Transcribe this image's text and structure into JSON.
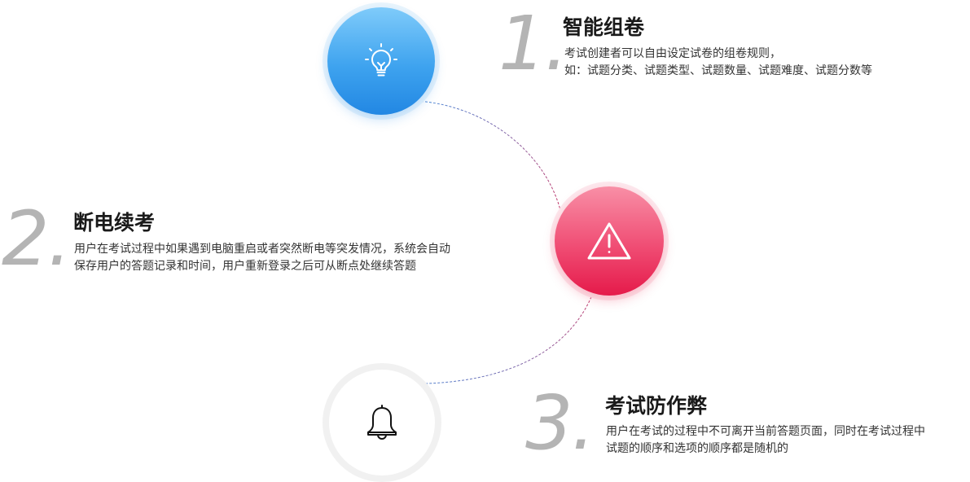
{
  "colors": {
    "blue_accent": "#2d93e8",
    "red_accent": "#ec2f5a",
    "number_gray": "#b4b4b4",
    "connector_blue": "#4a8ad9",
    "connector_red": "#d9356a"
  },
  "features": [
    {
      "number": "1.",
      "icon": "lightbulb-icon",
      "title": "智能组卷",
      "lines": [
        "考试创建者可以自由设定试卷的组卷规则，",
        "如：试题分类、试题类型、试题数量、试题难度、试题分数等"
      ]
    },
    {
      "number": "2.",
      "icon": "warning-icon",
      "title": "断电续考",
      "lines": [
        "用户在考试过程中如果遇到电脑重启或者突然断电等突发情况，系统会自动",
        "保存用户的答题记录和时间，用户重新登录之后可从断点处继续答题"
      ]
    },
    {
      "number": "3.",
      "icon": "bell-icon",
      "title": "考试防作弊",
      "lines": [
        "用户在考试的过程中不可离开当前答题页面，同时在考试过程中",
        "试题的顺序和选项的顺序都是随机的"
      ]
    }
  ]
}
